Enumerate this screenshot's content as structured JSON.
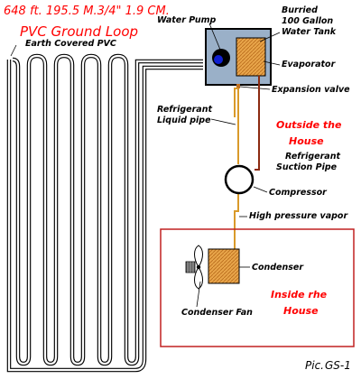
{
  "title": {
    "line1": "648 ft. 195.5 M.3/4\" 1.9 CM.",
    "line2": "PVC Ground Loop"
  },
  "labels": {
    "earth_covered_pvc": "Earth Covered PVC",
    "water_pump": "Water Pump",
    "tank_line1": "Burried",
    "tank_line2": "100 Gallon",
    "tank_line3": "Water Tank",
    "evaporator": "Evaporator",
    "expansion_valve": "Expansion valve",
    "refrigerant_liquid_line1": "Refrigerant",
    "refrigerant_liquid_line2": "Liquid pipe",
    "outside_line1": "Outside the",
    "outside_line2": "House",
    "suction_line1": "Refrigerant",
    "suction_line2": "Suction Pipe",
    "compressor": "Compressor",
    "high_pressure_vapor": "High pressure vapor",
    "condenser": "Condenser",
    "inside_line1": "Inside rhe",
    "inside_line2": "House",
    "condenser_fan": "Condenser Fan",
    "pic_prefix": "Pic.",
    "pic_id": "GS-1"
  },
  "colors": {
    "title_red": "#ff0000",
    "tank_fill": "#9ab0c8",
    "evaporator_fill": "#e8a54a",
    "refrigerant_pipe": "#d99a2a",
    "suction_pipe": "#8b2a10",
    "house_border": "#c02020",
    "pump_blue": "#1020d0"
  }
}
